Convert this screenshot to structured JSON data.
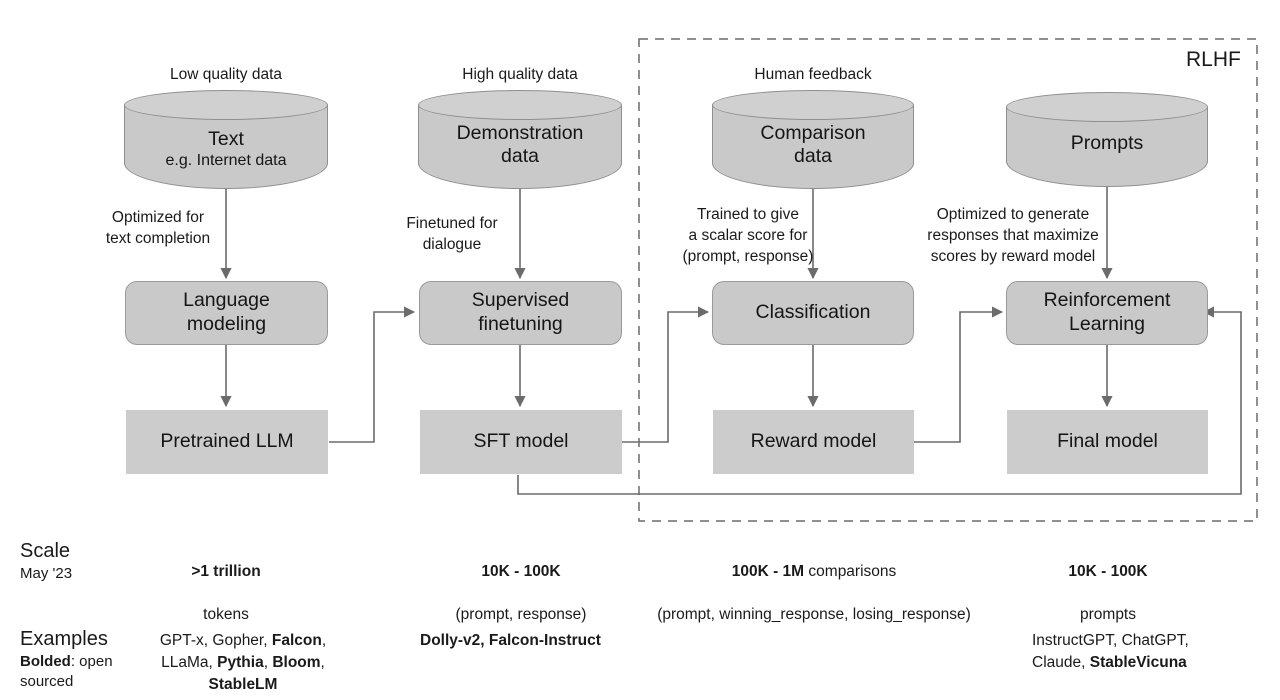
{
  "diagram": {
    "rlhf_group_label": "RLHF",
    "columns": [
      {
        "id": "pretraining",
        "caption": "Low quality data",
        "datastore": {
          "title": "Text",
          "subtitle": "e.g. Internet data"
        },
        "edge_label": "Optimized for\ntext completion",
        "process": "Language\nmodeling",
        "model": "Pretrained LLM",
        "scale": "<b>>1 trillion</b>\ntokens",
        "scale_bold": ">1 trillion",
        "scale_rest": "tokens",
        "examples_html": "GPT-x, Gopher, <b>Falcon</b>,\nLLaMa, <b>Pythia</b>, <b>Bloom</b>,\n<b>StableLM</b>"
      },
      {
        "id": "sft",
        "caption": "High quality data",
        "datastore": {
          "title": "Demonstration\ndata",
          "subtitle": ""
        },
        "edge_label": "Finetuned for\ndialogue",
        "process": "Supervised\nfinetuning",
        "model": "SFT model",
        "scale_bold": "10K - 100K",
        "scale_rest": "(prompt, response)",
        "examples_html": "<b>Dolly-v2, Falcon-Instruct</b>"
      },
      {
        "id": "reward-modeling",
        "caption": "Human feedback",
        "datastore": {
          "title": "Comparison\ndata",
          "subtitle": ""
        },
        "edge_label": "Trained to give\na scalar score for\n(prompt, response)",
        "process": "Classification",
        "model": "Reward model",
        "scale_bold": "100K - 1M",
        "scale_rest": "comparisons",
        "scale_line2": "(prompt, winning_response, losing_response)",
        "examples_html": ""
      },
      {
        "id": "rl-finetuning",
        "caption": "",
        "datastore": {
          "title": "Prompts",
          "subtitle": ""
        },
        "edge_label": "Optimized to generate\nresponses that maximize\nscores by reward model",
        "process": "Reinforcement\nLearning",
        "model": "Final model",
        "scale_bold": "10K - 100K",
        "scale_rest": "prompts",
        "examples_html": "InstructGPT, ChatGPT,\nClaude, <b>StableVicuna</b>"
      }
    ],
    "rows": {
      "scale": {
        "label": "Scale",
        "sub": "May '23"
      },
      "examples": {
        "label": "Examples",
        "sub_bold": "Bolded",
        "sub_rest": ": open\nsourced"
      }
    }
  },
  "colors": {
    "process_fill": "#c9c9c9",
    "model_fill": "#cccccc",
    "cylinder_fill": "#c9c9c9",
    "cylinder_top": "#d0d0d0",
    "stroke": "#6b6b6b",
    "text": "#1a1a1a",
    "background": "#ffffff"
  }
}
